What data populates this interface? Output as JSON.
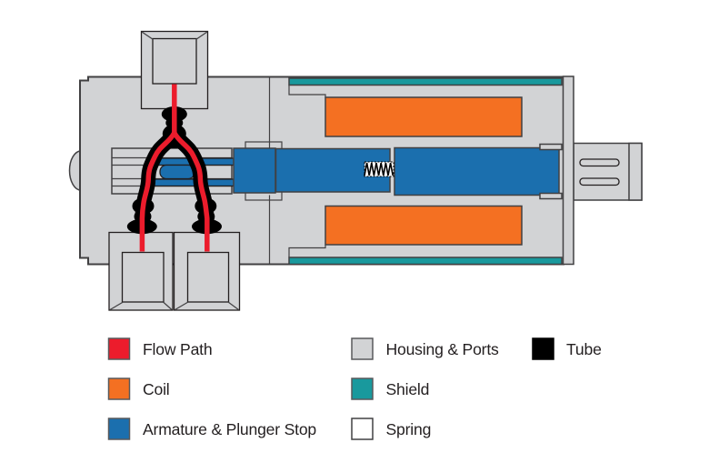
{
  "colors": {
    "flow_path": "#EC1C2C",
    "coil": "#F47022",
    "armature": "#1B6FAE",
    "housing": "#D2D3D5",
    "shield": "#19999D",
    "spring": "#FFFFFF",
    "tube": "#000000",
    "outline": "#414042",
    "text": "#231F20",
    "background": "#FFFFFF"
  },
  "legend": {
    "columns": [
      {
        "items": [
          {
            "label": "Flow Path"
          },
          {
            "label": "Coil"
          },
          {
            "label": "Armature & Plunger Stop"
          }
        ]
      },
      {
        "items": [
          {
            "label": "Housing & Ports"
          },
          {
            "label": "Shield"
          },
          {
            "label": "Spring"
          }
        ]
      },
      {
        "items": [
          {
            "label": "Tube"
          }
        ]
      }
    ]
  }
}
